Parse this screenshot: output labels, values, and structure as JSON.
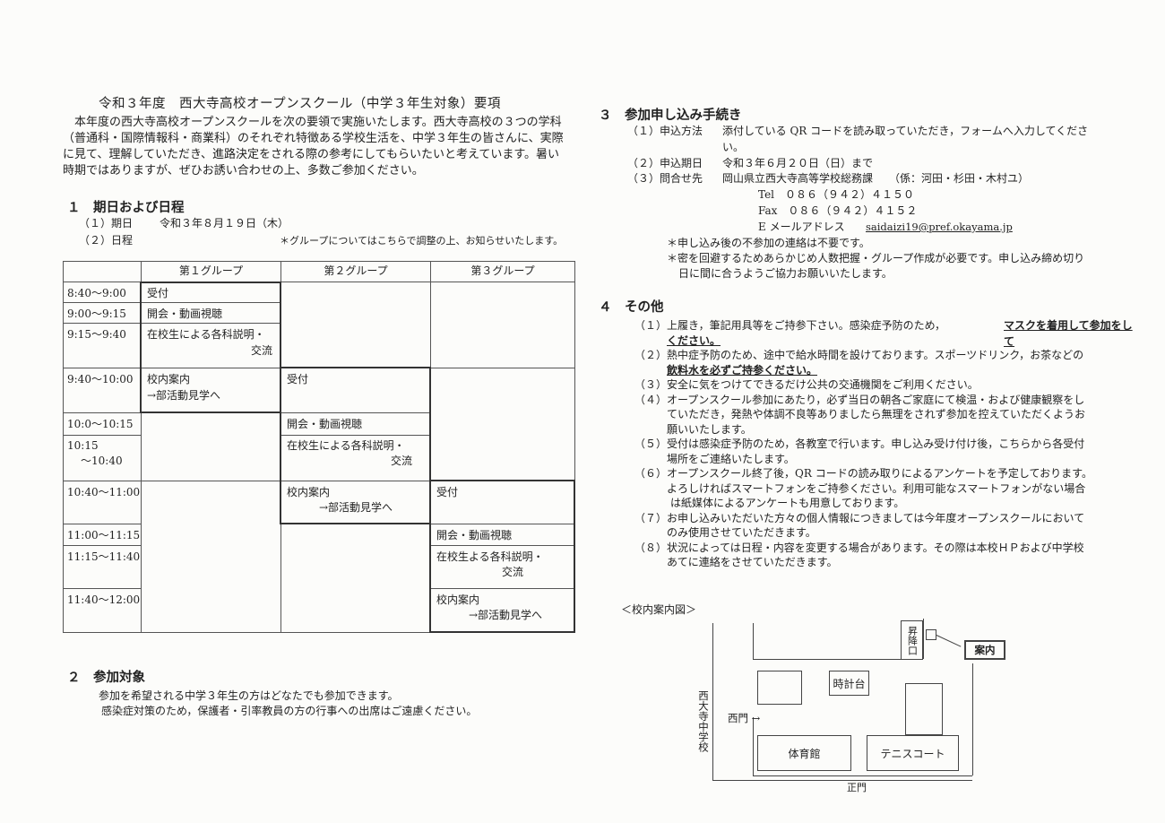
{
  "title": "令和３年度　西大寺高校オープンスクール（中学３年生対象）要項",
  "intro": [
    "本年度の西大寺高校オープンスクールを次の要領で実施いたします。西大寺高校の３つの学科",
    "（普通科・国際情報科・商業科）のそれぞれ特徴ある学校生活を、中学３年生の皆さんに、実際",
    "に見て、理解していただき、進路決定をされる際の参考にしてもらいたいと考えています。暑い",
    "時期ではありますが、ぜひお誘い合わせの上、多数ご参加ください。"
  ],
  "section1": {
    "heading": "１　期日および日程",
    "date_label": "（１）期日",
    "date_value": "令和３年８月１９日（木）",
    "schedule_label": "（２）日程",
    "schedule_note": "＊グループについてはこちらで調整の上、お知らせいたします。"
  },
  "schedule": {
    "headers": [
      "第１グループ",
      "第２グループ",
      "第３グループ"
    ],
    "times": [
      "8:40～9:00",
      "9:00～9:15",
      "9:15～9:40",
      "9:40～10:00",
      "10:0～10:15",
      "10:15",
      "～10:40",
      "10:40～11:00",
      "11:00～11:15",
      "11:15～11:40",
      "11:40～12:00"
    ],
    "g1": [
      "受付",
      "開会・動画視聴",
      "在校生による各科説明・",
      "交流",
      "校内案内",
      "→部活動見学へ"
    ],
    "g2": [
      "受付",
      "開会・動画視聴",
      "在校生による各科説明・",
      "交流",
      "校内案内",
      "→部活動見学へ"
    ],
    "g3": [
      "受付",
      "開会・動画視聴",
      "在校生よる各科説明・",
      "交流",
      "校内案内",
      "→部活動見学へ"
    ]
  },
  "section2": {
    "heading": "２　参加対象",
    "lines": [
      "参加を希望される中学３年生の方はどなたでも参加できます。",
      "感染症対策のため，保護者・引率教員の方の行事への出席はご遠慮ください。"
    ]
  },
  "section3": {
    "heading": "３　参加申し込み手続き",
    "method_label": "（１）申込方法",
    "method_value": "添付している QR コードを読み取っていただき，フォームへ入力してくださ",
    "method_cont": "い。",
    "deadline_label": "（２）申込期日",
    "deadline_value": "令和３年６月２０日（日）まで",
    "contact_label": "（３）問合せ先",
    "contact_value": "岡山県立西大寺高等学校総務課　　（係：河田・杉田・木村ユ）",
    "tel": "Tel　０８６（９４２）４１５０",
    "fax": "Fax　０８６（９４２）４１５２",
    "email_label": "E メールアドレス",
    "email": "saidaizi19@pref.okayama.jp",
    "note1": "＊申し込み後の不参加の連絡は不要です。",
    "note2a": "＊密を回避するためあらかじめ人数把握・グループ作成が必要です。申し込み締め切り",
    "note2b": "日に間に合うようご協力お願いいたします。"
  },
  "section4": {
    "heading": "４　その他",
    "items": [
      [
        "（１）",
        "上履き，筆記用具等をご持参下さい。感染症予防のため，",
        "マスクを着用して参加をして"
      ],
      [
        "",
        "ください。",
        ""
      ],
      [
        "（２）",
        "熱中症予防のため、途中で給水時間を設けております。スポーツドリンク，お茶などの",
        ""
      ],
      [
        "",
        "飲料水を必ずご持参ください。",
        ""
      ],
      [
        "（３）",
        "安全に気をつけてできるだけ公共の交通機関をご利用ください。",
        ""
      ],
      [
        "（４）",
        "オープンスクール参加にあたり，必ず当日の朝各ご家庭にて検温・および健康観察をし",
        ""
      ],
      [
        "",
        "ていただき，発熱や体調不良等ありましたら無理をされず参加を控えていただくようお",
        ""
      ],
      [
        "",
        "願いいたします。",
        ""
      ],
      [
        "（５）",
        "受付は感染症予防のため，各教室で行います。申し込み受け付け後，こちらから各受付",
        ""
      ],
      [
        "",
        "場所をご連絡いたします。",
        ""
      ],
      [
        "（６）",
        "オープンスクール終了後，QR コードの読み取りによるアンケートを予定しております。",
        ""
      ],
      [
        "",
        "よろしければスマートフォンをご持参ください。利用可能なスマートフォンがない場合",
        ""
      ],
      [
        "",
        "は紙媒体によるアンケートも用意しております。",
        ""
      ],
      [
        "（７）",
        "お申し込みいただいた方々の個人情報につきましては今年度オープンスクールにおいて",
        ""
      ],
      [
        "",
        "のみ使用させていただきます。",
        ""
      ],
      [
        "（８）",
        "状況によっては日程・内容を変更する場合があります。その際は本校ＨＰおよび中学校",
        ""
      ],
      [
        "",
        "あてに連絡をさせていただきます。",
        ""
      ]
    ]
  },
  "map": {
    "caption": "＜校内案内図＞",
    "entrance": "昇降口",
    "guide": "案内",
    "clock": "時計台",
    "gym": "体育館",
    "tennis": "テニスコート",
    "west_gate": "西門 →",
    "main_gate": "正門",
    "school": "西大寺中学校"
  }
}
